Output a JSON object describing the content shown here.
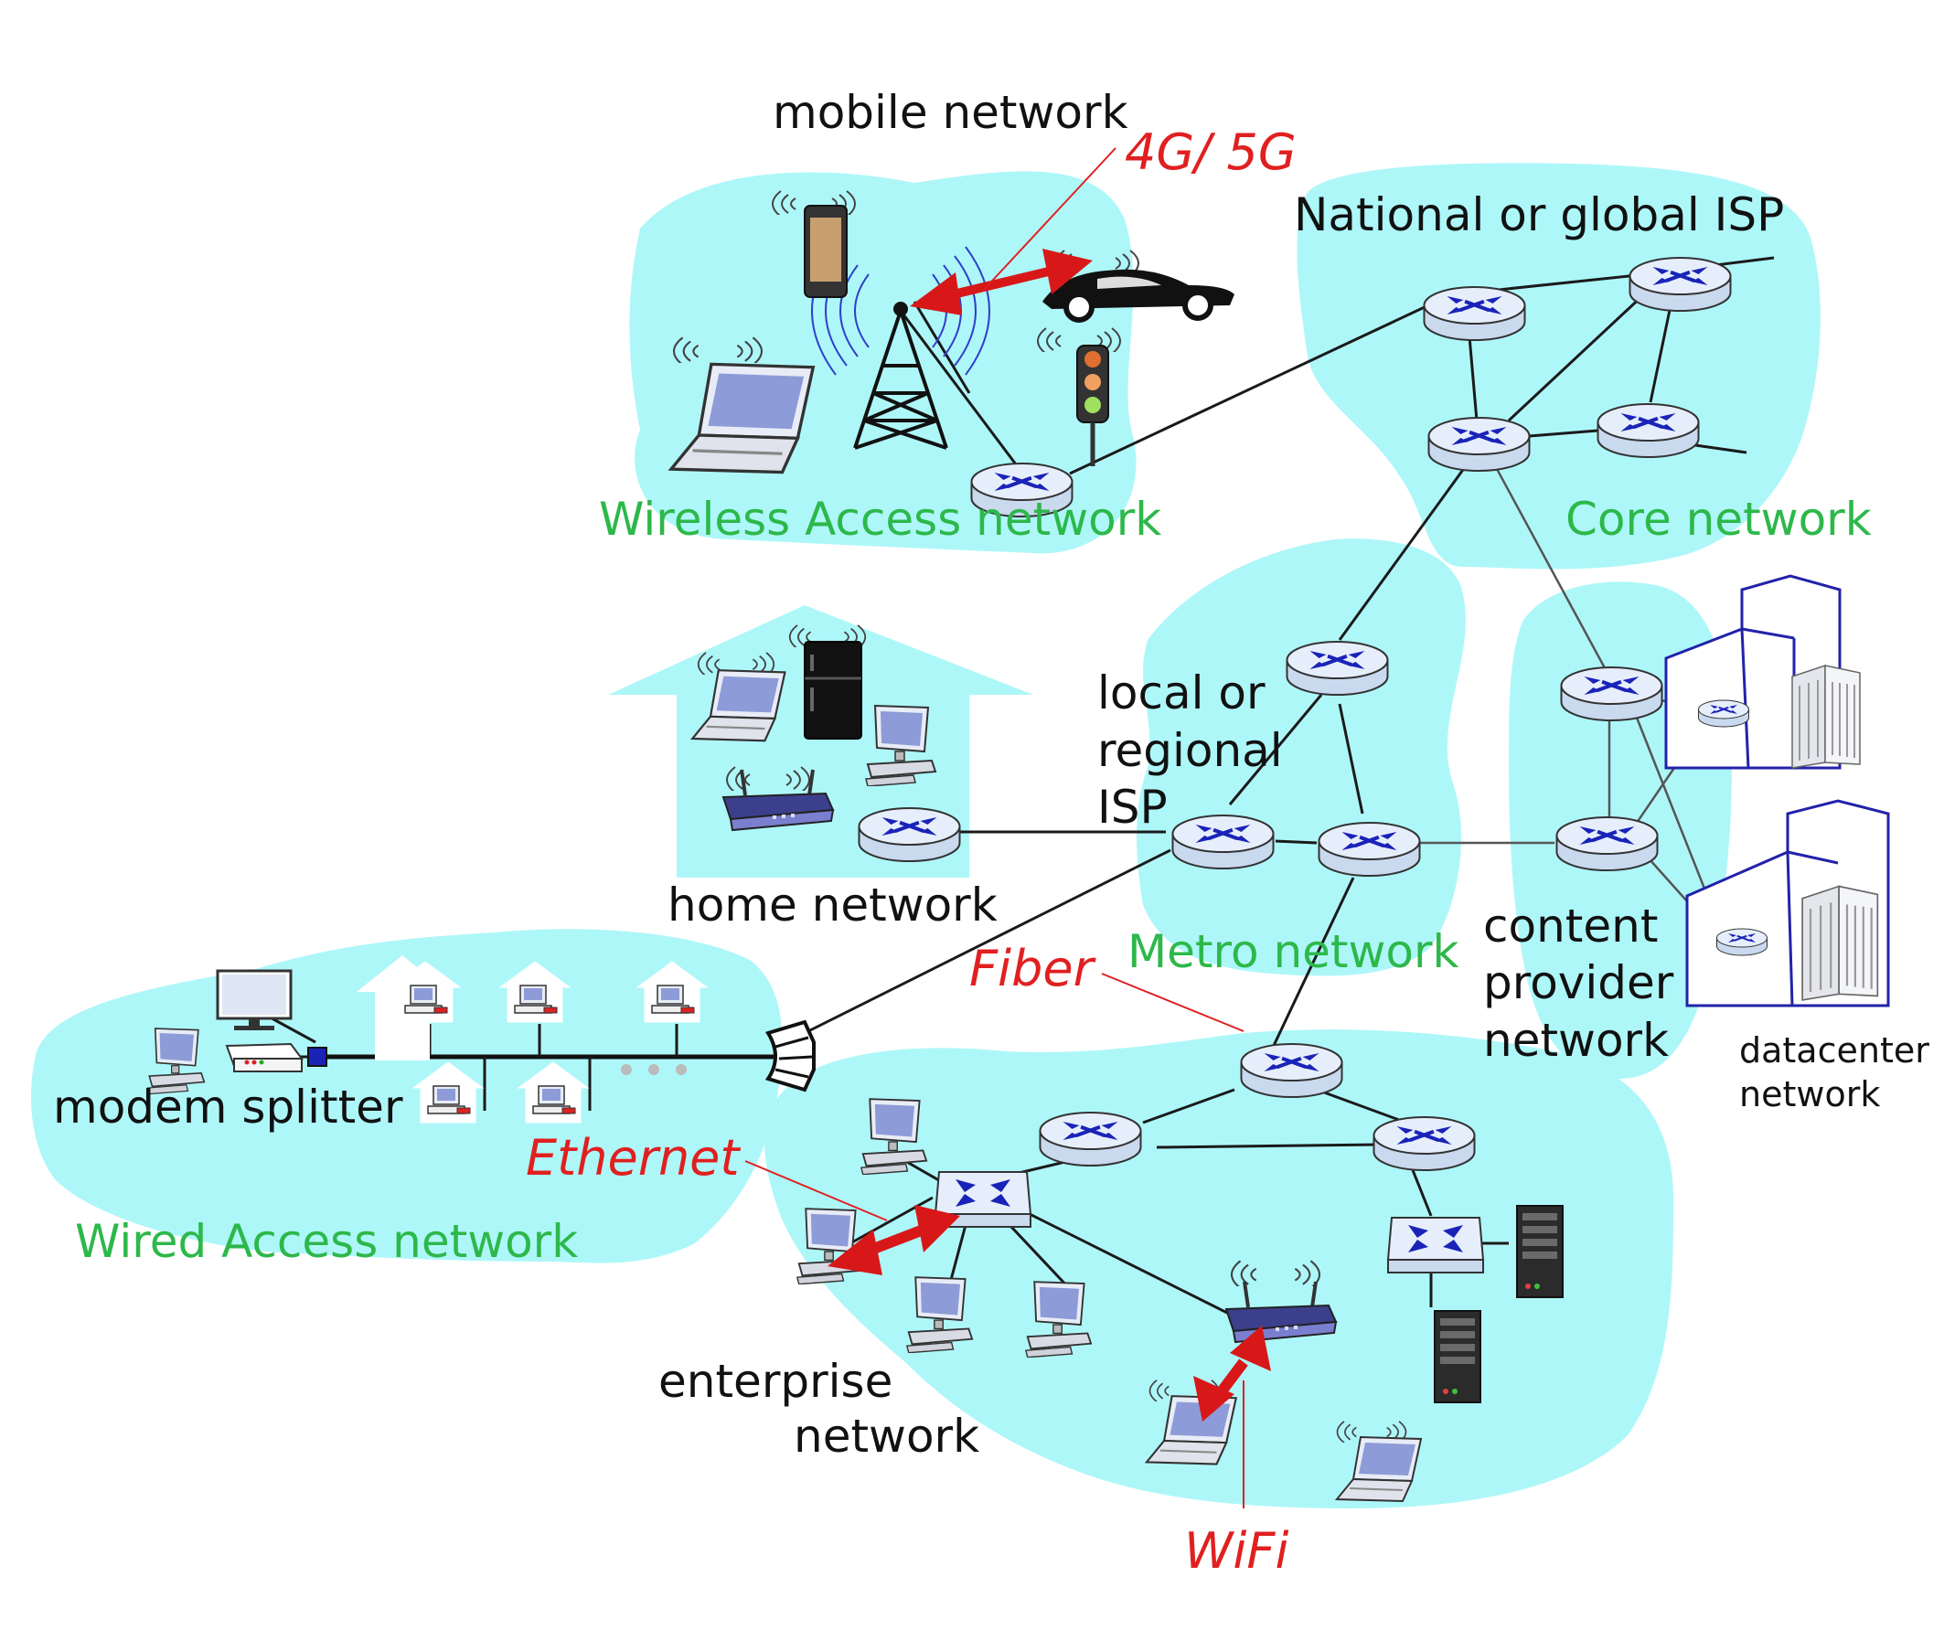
{
  "colors": {
    "region_fill": "#aef7f9",
    "region_label": "#2db84a",
    "tech_label": "#e02020",
    "router_body": "#dde9f7",
    "router_arrow": "#1a23b8",
    "arrow_red": "#d81818",
    "datacenter_outline": "#2222aa"
  },
  "labels": {
    "mobile_network": "mobile network",
    "tech_4g5g": "4G/ 5G",
    "national_isp": "National or global ISP",
    "wireless_access": "Wireless Access network",
    "core_network": "Core network",
    "local_isp_1": "local or",
    "local_isp_2": "regional",
    "local_isp_3": "ISP",
    "home_network": "home network",
    "fiber": "Fiber",
    "metro_network": "Metro network",
    "content_1": "content",
    "content_2": "provider",
    "content_3": "network",
    "datacenter_1": "datacenter",
    "datacenter_2": "network",
    "modem_splitter": "modem splitter",
    "ethernet": "Ethernet",
    "wired_access": "Wired Access network",
    "enterprise_1": "enterprise",
    "enterprise_2": "network",
    "wifi": "WiFi"
  },
  "icons": [
    "cell-tower-icon",
    "smartphone-icon",
    "car-icon",
    "traffic-light-icon",
    "laptop-icon",
    "desktop-computer-icon",
    "refrigerator-icon",
    "wireless-router-icon",
    "router-icon",
    "switch-icon",
    "server-icon",
    "datacenter-building-icon",
    "modem-icon",
    "splitter-icon",
    "television-icon",
    "house-icon",
    "cable-headend-icon"
  ]
}
